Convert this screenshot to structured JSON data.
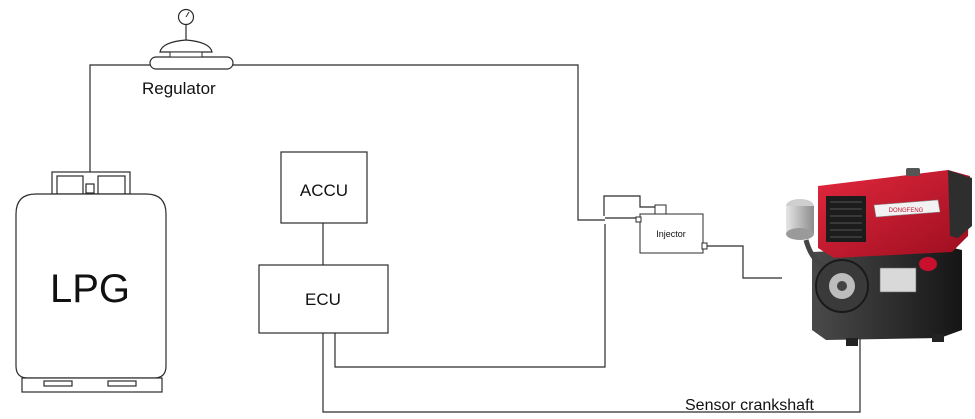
{
  "labels": {
    "regulator": "Regulator",
    "lpg": "LPG",
    "accu": "ACCU",
    "ecu": "ECU",
    "injector": "Injector",
    "sensor": "Sensor crankshaft"
  },
  "engine": {
    "brand_plate": "DONGFENG"
  },
  "colors": {
    "line": "#2b2b2b",
    "engine_red": "#c8102e",
    "engine_dark": "#2a2a2a"
  }
}
